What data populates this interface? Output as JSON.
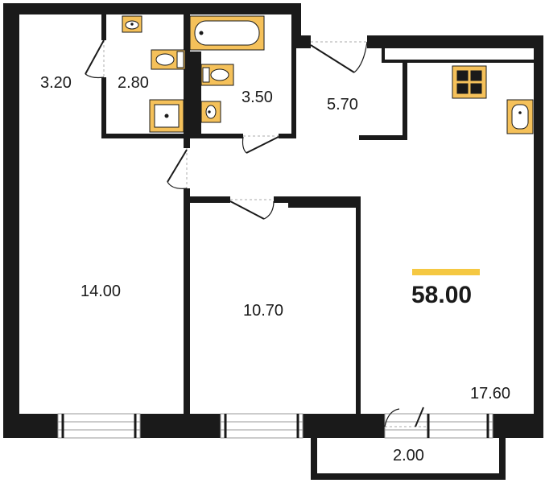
{
  "plan": {
    "total_area": "58.00",
    "rooms": [
      {
        "id": "hall",
        "area": "3.20"
      },
      {
        "id": "bathroom",
        "area": "2.80"
      },
      {
        "id": "toilet",
        "area": "3.50"
      },
      {
        "id": "corridor",
        "area": "5.70"
      },
      {
        "id": "bedroom-large",
        "area": "14.00"
      },
      {
        "id": "bedroom-small",
        "area": "10.70"
      },
      {
        "id": "kitchen-living",
        "area": "17.60"
      },
      {
        "id": "balcony",
        "area": "2.00"
      }
    ],
    "colors": {
      "wall": "#1a1a1a",
      "fixture": "#f5c15a",
      "accent": "#f5c842",
      "window": "#cccccc"
    },
    "fixtures": [
      "sink-icon",
      "toilet-icon",
      "bathtub-icon",
      "shower-icon",
      "stove-icon",
      "kitchen-sink-icon"
    ]
  }
}
